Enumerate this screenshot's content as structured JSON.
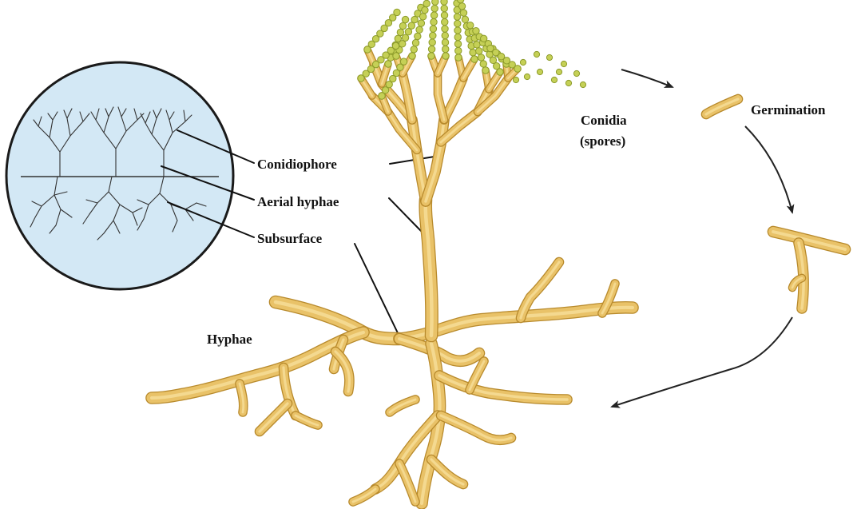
{
  "labels": {
    "conidiophore": "Conidiophore",
    "aerial_hyphae": "Aerial hyphae",
    "subsurface": "Subsurface",
    "hyphae": "Hyphae",
    "conidia_line1": "Conidia",
    "conidia_line2": "(spores)",
    "germination": "Germination"
  },
  "colors": {
    "hypha_fill": "#e9c268",
    "hypha_dark": "#b88a2c",
    "hypha_light": "#f6dd98",
    "spore_fill": "#c5d056",
    "spore_edge": "#8c9b2a",
    "inset_bg": "#d3e8f5",
    "inset_border": "#1a1a1a",
    "leader": "#111111",
    "arrow": "#222222"
  }
}
